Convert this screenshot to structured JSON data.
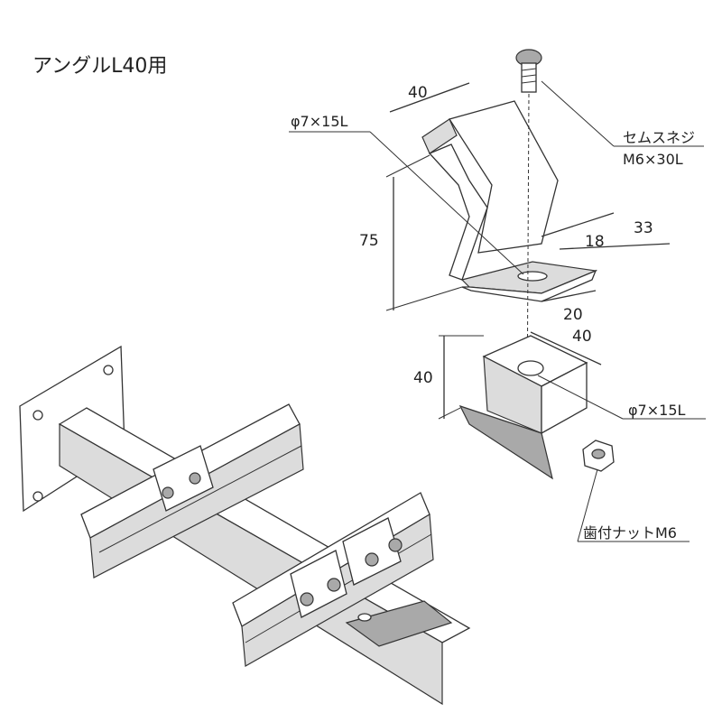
{
  "title": "アングルL40用",
  "dimensions": {
    "top_width": "40",
    "height": "75",
    "foot_width": "33",
    "slot_offset": "18",
    "foot_edge": "20",
    "clip_depth": "40",
    "clip_height": "40"
  },
  "labels": {
    "slot_upper": "φ7×15L",
    "slot_lower": "φ7×15L",
    "screw_name": "セムスネジ",
    "screw_size": "M6×30L",
    "nut": "歯付ナットM6"
  }
}
